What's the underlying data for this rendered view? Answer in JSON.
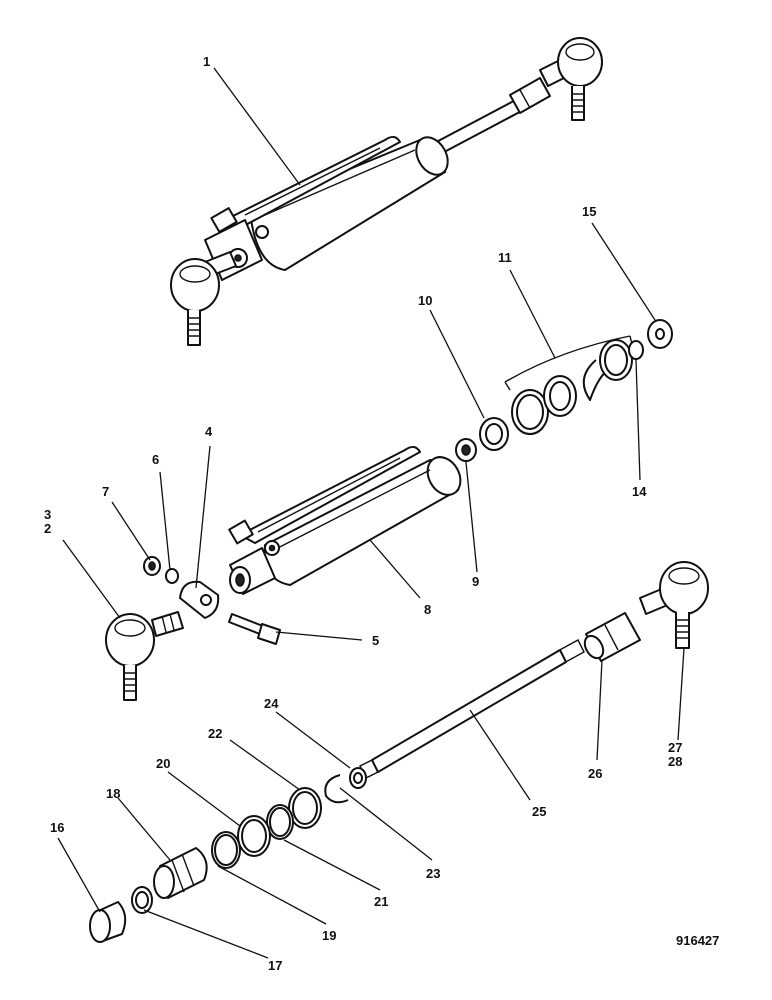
{
  "drawing_ref": "916427",
  "labels": {
    "l1": "1",
    "l2": "2",
    "l3": "3",
    "l4": "4",
    "l5": "5",
    "l6": "6",
    "l7": "7",
    "l8": "8",
    "l9": "9",
    "l10": "10",
    "l11": "11",
    "l14": "14",
    "l15": "15",
    "l16": "16",
    "l17": "17",
    "l18": "18",
    "l19": "19",
    "l20": "20",
    "l21": "21",
    "l22": "22",
    "l23": "23",
    "l24": "24",
    "l25": "25",
    "l26": "26",
    "l27": "27",
    "l28": "28"
  }
}
